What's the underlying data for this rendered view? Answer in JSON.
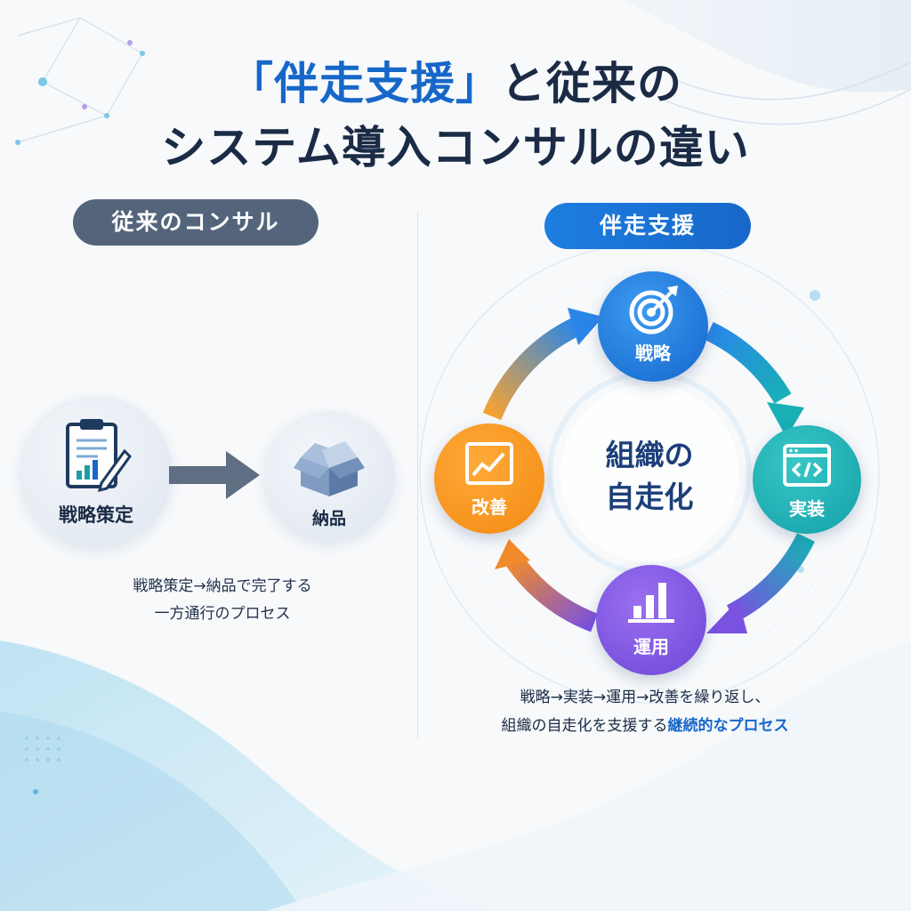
{
  "title": {
    "line1_highlight": "「伴走支援」",
    "line1_rest": "と従来の",
    "line2": "システム導入コンサルの違い"
  },
  "left": {
    "header": "従来のコンサル",
    "step1": {
      "label": "戦略策定",
      "icon": "clipboard-chart-icon"
    },
    "step2": {
      "label": "納品",
      "icon": "box-icon"
    },
    "caption_line1": "戦略策定→納品で完了する",
    "caption_line2": "一方通行のプロセス"
  },
  "right": {
    "header": "伴走支援",
    "center_line1": "組織の",
    "center_line2": "自走化",
    "nodes": {
      "strategy": {
        "label": "戦略",
        "icon": "target-icon"
      },
      "implementation": {
        "label": "実装",
        "icon": "code-window-icon"
      },
      "operation": {
        "label": "運用",
        "icon": "bar-chart-icon"
      },
      "improvement": {
        "label": "改善",
        "icon": "line-chart-icon"
      }
    },
    "caption_line1": "戦略→実装→運用→改善を繰り返し、",
    "caption_line2_plain": "組織の自走化を支援する",
    "caption_line2_accent": "継続的なプロセス"
  },
  "colors": {
    "primary_blue": "#1767c9",
    "teal": "#14a0a8",
    "purple": "#6c47d6",
    "orange": "#f38a12",
    "gray_pill": "#54657b",
    "navy_text": "#1b2b45"
  }
}
